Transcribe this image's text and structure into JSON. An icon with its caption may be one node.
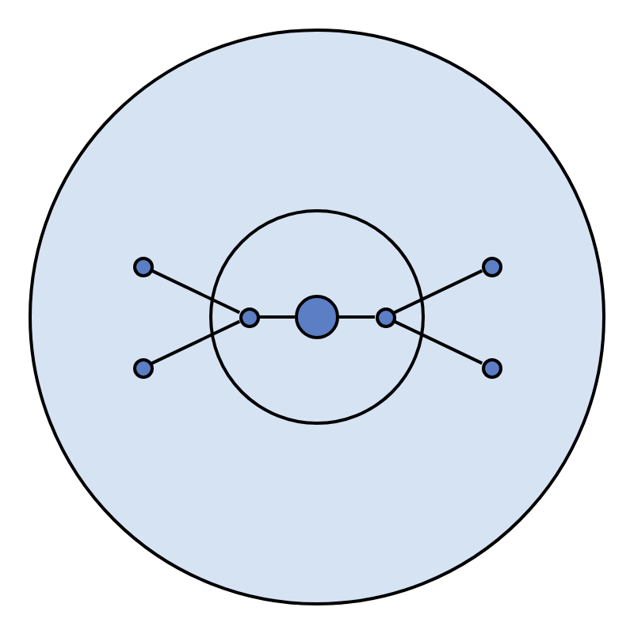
{
  "diagram": {
    "nodes": [
      {
        "text": [],
        "shape": "circle"
      },
      {
        "text": [],
        "shape": "circle",
        "in": 0
      },
      {
        "text": [],
        "shape": "circle",
        "in": 1
      },
      {
        "text": [],
        "shape": "circle",
        "in": 1
      },
      {
        "text": [],
        "shape": "circle",
        "in": 1
      },
      {
        "text": [],
        "shape": "circle",
        "in": 0
      },
      {
        "text": [],
        "shape": "circle",
        "in": 0
      },
      {
        "text": [],
        "shape": "circle",
        "in": 0
      },
      {
        "text": [],
        "shape": "circle",
        "in": 0
      }
    ],
    "edges": [
      {
        "from": 5,
        "to": 2,
        "arrow": "none"
      },
      {
        "from": 6,
        "to": 2,
        "arrow": "none"
      },
      {
        "from": 2,
        "to": 3,
        "arrow": "none"
      },
      {
        "from": 3,
        "to": 4,
        "arrow": "none"
      },
      {
        "from": 4,
        "to": 7,
        "arrow": "none"
      },
      {
        "from": 4,
        "to": 8,
        "arrow": "none"
      }
    ]
  }
}
